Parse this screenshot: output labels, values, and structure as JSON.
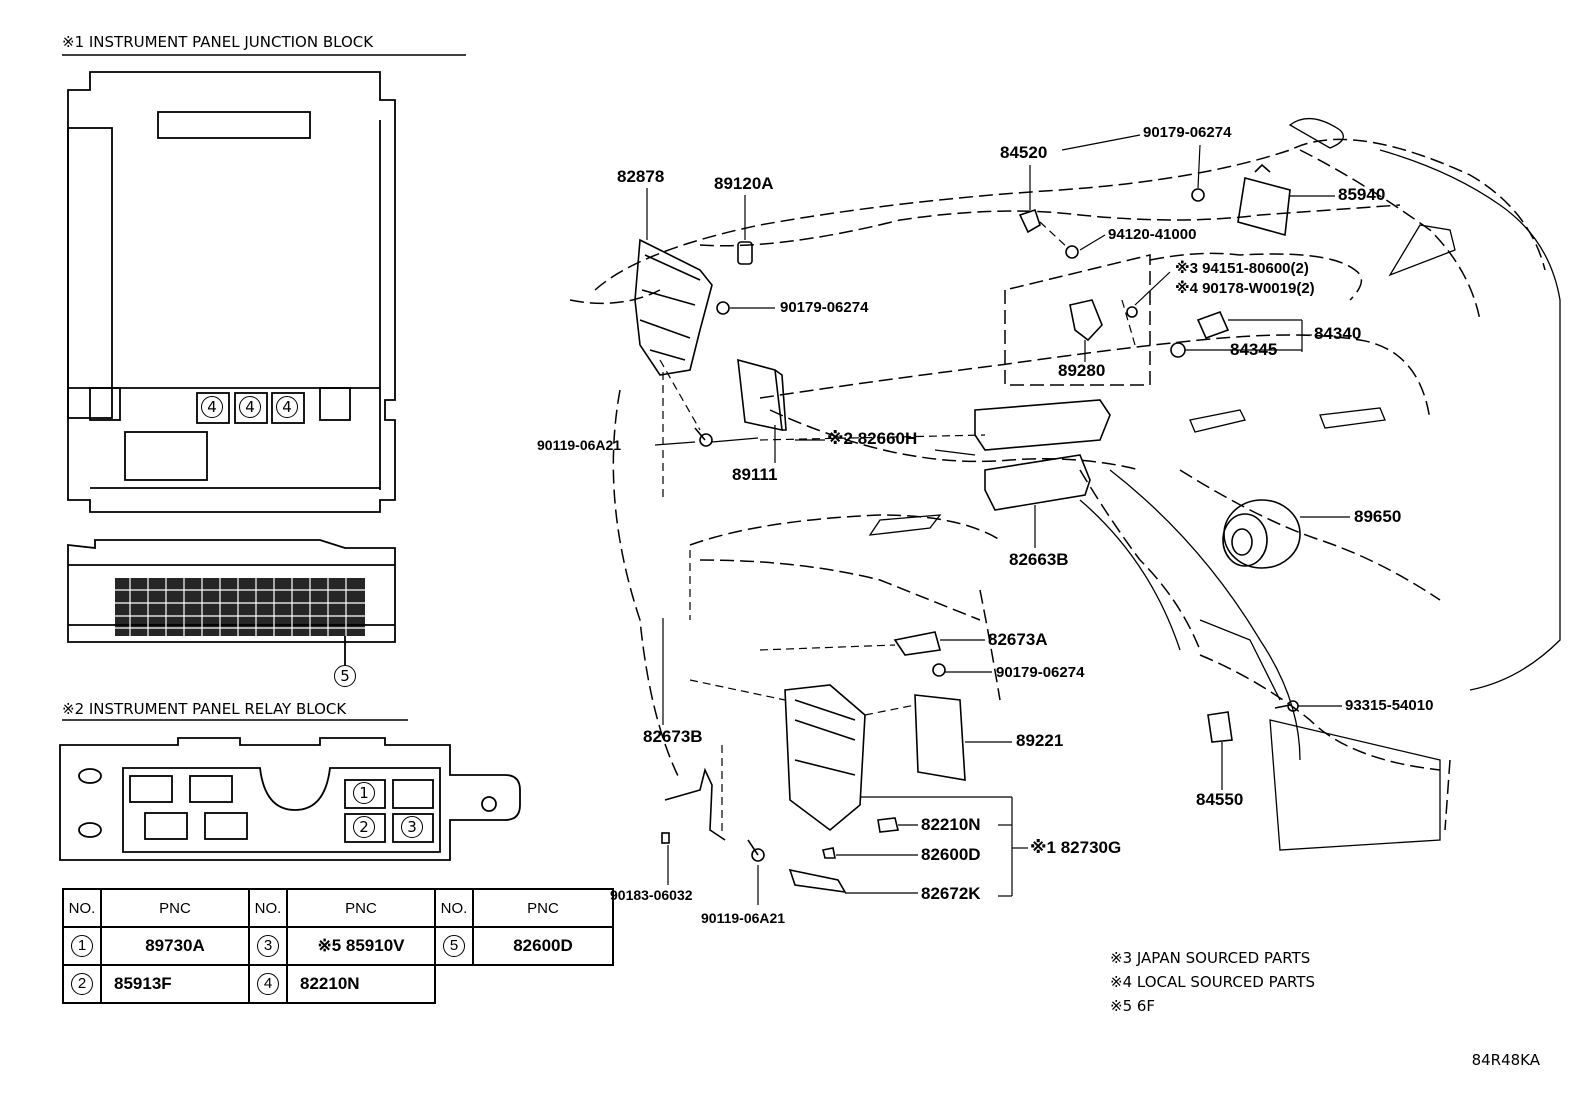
{
  "headers": {
    "junction_block": "※1 INSTRUMENT PANEL JUNCTION BLOCK",
    "relay_block": "※2 INSTRUMENT PANEL RELAY BLOCK"
  },
  "callouts": {
    "c4": "4",
    "c5": "5",
    "c1": "1",
    "c2": "2",
    "c3": "3"
  },
  "parts": {
    "p82878": "82878",
    "p89120A": "89120A",
    "p84520": "84520",
    "p90179a": "90179-06274",
    "p85940": "85940",
    "p94120": "94120-41000",
    "p94151": "※3 94151-80600(2)",
    "p90178": "※4 90178-W0019(2)",
    "p90179b": "90179-06274",
    "p84340": "84340",
    "p84345": "84345",
    "p89280": "89280",
    "p90119a": "90119-06A21",
    "p82660H": "※2 82660H",
    "p89111": "89111",
    "p89650": "89650",
    "p82663B": "82663B",
    "p82673A": "82673A",
    "p90179c": "90179-06274",
    "p93315": "93315-54010",
    "p82673B": "82673B",
    "p89221": "89221",
    "p84550": "84550",
    "p82210N": "82210N",
    "p82600D": "82600D",
    "p82730G": "※1 82730G",
    "p82672K": "82672K",
    "p90183": "90183-06032",
    "p90119b": "90119-06A21"
  },
  "table": {
    "head": {
      "no": "NO.",
      "pnc": "PNC"
    },
    "rows": [
      [
        {
          "no": "1",
          "pnc": "89730A"
        },
        {
          "no": "3",
          "pnc": "※5 85910V"
        },
        {
          "no": "5",
          "pnc": "82600D"
        }
      ],
      [
        {
          "no": "2",
          "pnc": "85913F"
        },
        {
          "no": "4",
          "pnc": "82210N"
        }
      ]
    ]
  },
  "notes": {
    "n3": "※3 JAPAN SOURCED PARTS",
    "n4": "※4 LOCAL SOURCED PARTS",
    "n5": "※5 6F"
  },
  "diagram_code": "84R48KA"
}
